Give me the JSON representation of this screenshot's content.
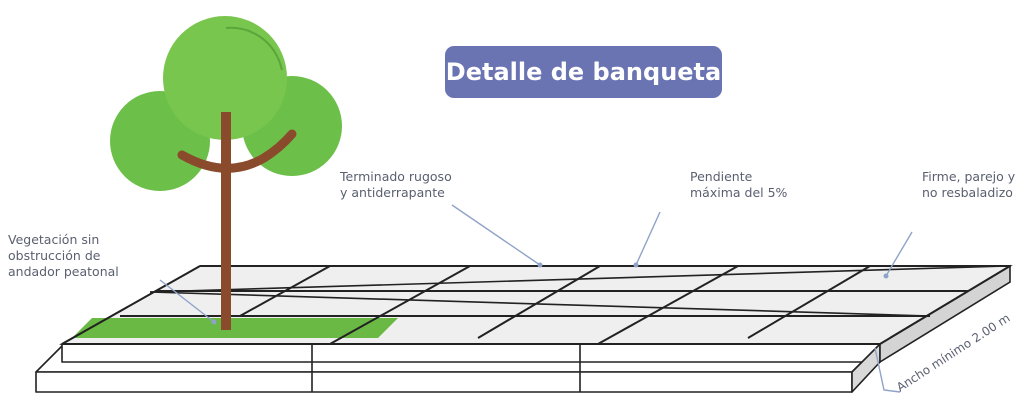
{
  "title": "Detalle de banqueta",
  "labels": {
    "vegetation": [
      "Vegetación sin",
      "obstrucción de",
      "andador peatonal"
    ],
    "texture": [
      "Terminado rugoso",
      "y antiderrapante"
    ],
    "slope": [
      "Pendiente",
      "máxima del 5%"
    ],
    "surface": [
      "Firme, parejo y",
      "no resbaladizo"
    ],
    "width": "Ancho mínimo 2.00 m"
  },
  "colors": {
    "title_bg": "#6b74b2",
    "tree_foliage": "#6cc04a",
    "tree_foliage_dark": "#4f9d35",
    "trunk": "#8a4a2c",
    "grass": "#6ab944",
    "paving": "#efefef",
    "lines": "#222222",
    "leader": "#8fa3c8"
  }
}
